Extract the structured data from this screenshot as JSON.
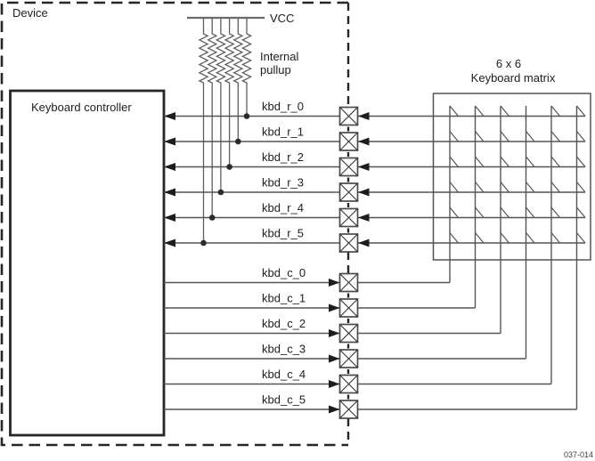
{
  "figure": {
    "id_label": "037-014"
  },
  "device": {
    "label": "Device"
  },
  "controller": {
    "label": "Keyboard controller"
  },
  "power": {
    "vcc_label": "VCC",
    "pullup_label": [
      "Internal",
      "pullup"
    ]
  },
  "matrix": {
    "title": [
      "6 x 6",
      "Keyboard matrix"
    ],
    "rows": 6,
    "cols": 6,
    "missing_switches": [
      [
        0,
        3
      ]
    ]
  },
  "signals": {
    "rows": [
      {
        "label": "kbd_r_0"
      },
      {
        "label": "kbd_r_1"
      },
      {
        "label": "kbd_r_2"
      },
      {
        "label": "kbd_r_3"
      },
      {
        "label": "kbd_r_4"
      },
      {
        "label": "kbd_r_5"
      }
    ],
    "cols": [
      {
        "label": "kbd_c_0"
      },
      {
        "label": "kbd_c_1"
      },
      {
        "label": "kbd_c_2"
      },
      {
        "label": "kbd_c_3"
      },
      {
        "label": "kbd_c_4"
      },
      {
        "label": "kbd_c_5"
      }
    ]
  },
  "colors": {
    "background": "#ffffff",
    "wire": "#555555",
    "outline": "#262626",
    "arrow": "#1d1d1d",
    "text": "#1d1d1d",
    "figure_id_text": "#3d3d3d"
  }
}
